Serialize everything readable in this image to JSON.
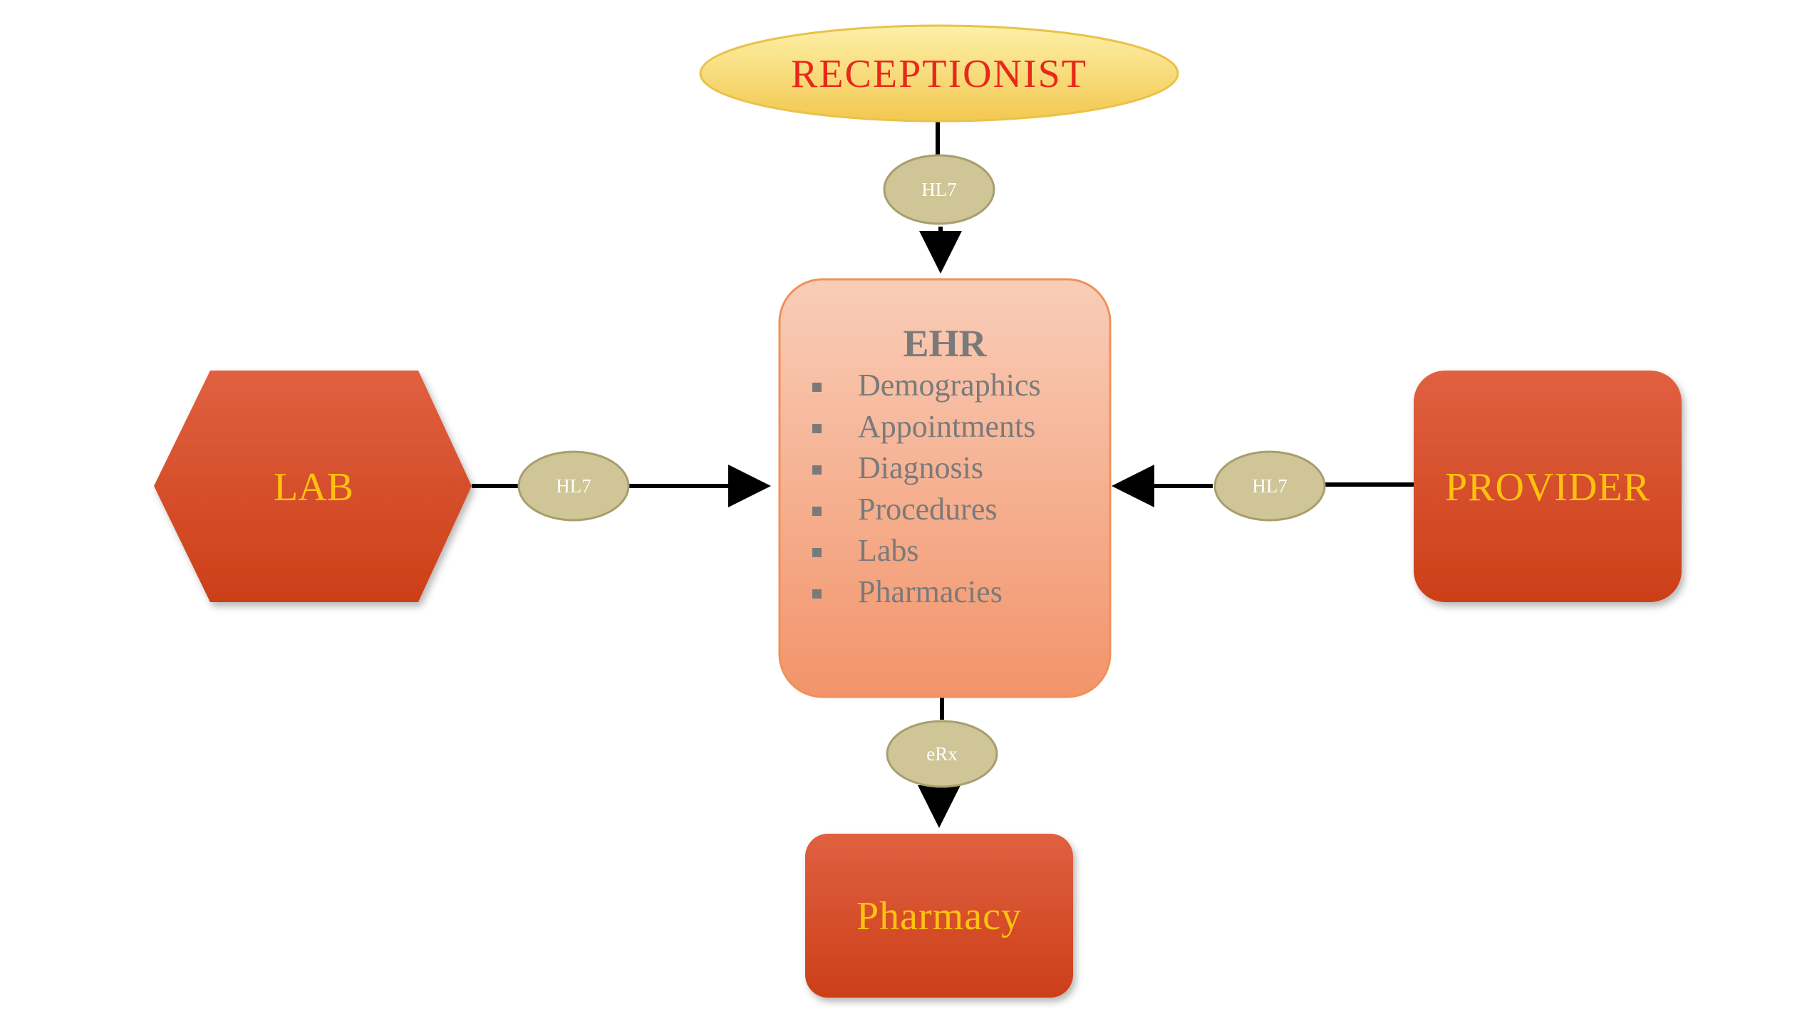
{
  "nodes": {
    "receptionist": {
      "label": "RECEPTIONIST"
    },
    "lab": {
      "label": "LAB"
    },
    "provider": {
      "label": "PROVIDER"
    },
    "pharmacy": {
      "label": "Pharmacy"
    },
    "ehr": {
      "title": "EHR",
      "items": [
        "Demographics",
        "Appointments",
        "Diagnosis",
        "Procedures",
        "Labs",
        "Pharmacies"
      ]
    }
  },
  "connectors": {
    "top": "HL7",
    "left": "HL7",
    "right": "HL7",
    "bottom": "eRx"
  },
  "colors": {
    "node_gradient_top": "#e06040",
    "node_gradient_bottom": "#cc3f18",
    "node_label": "#ffc20e",
    "receptionist_fill_top": "#fdf0a8",
    "receptionist_fill_bottom": "#f2c850",
    "receptionist_label": "#e8281c",
    "ehr_fill_top": "#f9cdb8",
    "ehr_fill_bottom": "#f2946a",
    "ehr_border": "#f0905a",
    "ehr_text": "#7a7a7a",
    "connector_fill": "#cfc596",
    "connector_stroke": "#a89e6e",
    "arrow": "#000000"
  }
}
